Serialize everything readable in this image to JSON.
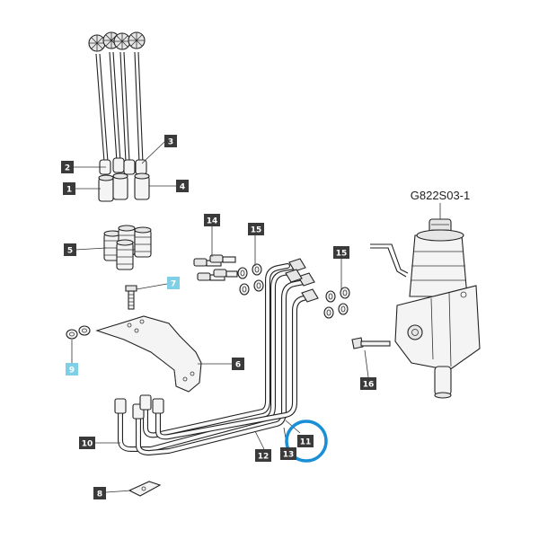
{
  "diagram": {
    "reference_code": "G822S03-1",
    "callouts": [
      {
        "id": "c1",
        "text": "1",
        "style": "dark"
      },
      {
        "id": "c2",
        "text": "2",
        "style": "dark"
      },
      {
        "id": "c3",
        "text": "3",
        "style": "dark"
      },
      {
        "id": "c4",
        "text": "4",
        "style": "dark"
      },
      {
        "id": "c5",
        "text": "5",
        "style": "dark"
      },
      {
        "id": "c6",
        "text": "6",
        "style": "dark"
      },
      {
        "id": "c7",
        "text": "7",
        "style": "highlight"
      },
      {
        "id": "c8",
        "text": "8",
        "style": "dark"
      },
      {
        "id": "c9",
        "text": "9",
        "style": "highlight"
      },
      {
        "id": "c10",
        "text": "10",
        "style": "dark"
      },
      {
        "id": "c11",
        "text": "11",
        "style": "dark",
        "circled": true
      },
      {
        "id": "c12",
        "text": "12",
        "style": "dark"
      },
      {
        "id": "c13",
        "text": "13",
        "style": "dark"
      },
      {
        "id": "c14",
        "text": "14",
        "style": "dark"
      },
      {
        "id": "c15a",
        "text": "15",
        "style": "dark"
      },
      {
        "id": "c15b",
        "text": "15",
        "style": "dark"
      },
      {
        "id": "c16",
        "text": "16",
        "style": "dark"
      }
    ],
    "colors": {
      "label_dark": "#3a3a3a",
      "label_highlight": "#7fd0e6",
      "highlight_ring": "#1a8fd6",
      "line": "#222222"
    }
  }
}
